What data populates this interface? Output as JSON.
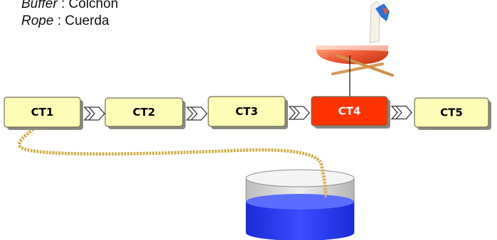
{
  "legend": [
    {
      "term": "Buffer",
      "sep": " : ",
      "meaning": "Colchón"
    },
    {
      "term": "Rope",
      "sep": " : ",
      "meaning": "Cuerda"
    }
  ],
  "stations": [
    {
      "label": "CT1",
      "role": "rope-start"
    },
    {
      "label": "CT2",
      "role": "normal"
    },
    {
      "label": "CT3",
      "role": "normal"
    },
    {
      "label": "CT4",
      "role": "drum-bottleneck"
    },
    {
      "label": "CT5",
      "role": "normal"
    }
  ],
  "colors": {
    "station_fill": "#fdfdb8",
    "station_stroke": "#6e6e5a",
    "bottleneck_fill": "#ff3300",
    "bottleneck_text": "#ffffff",
    "rope": "#c8a232",
    "buffer_liquid": "#2a3cf5",
    "drum_red": "#e8452a"
  },
  "icons": {
    "flow_arrow": "chevron-arrow-icon",
    "drum": "drum-icon",
    "buffer": "buffer-tank-icon",
    "rope": "rope-icon"
  }
}
